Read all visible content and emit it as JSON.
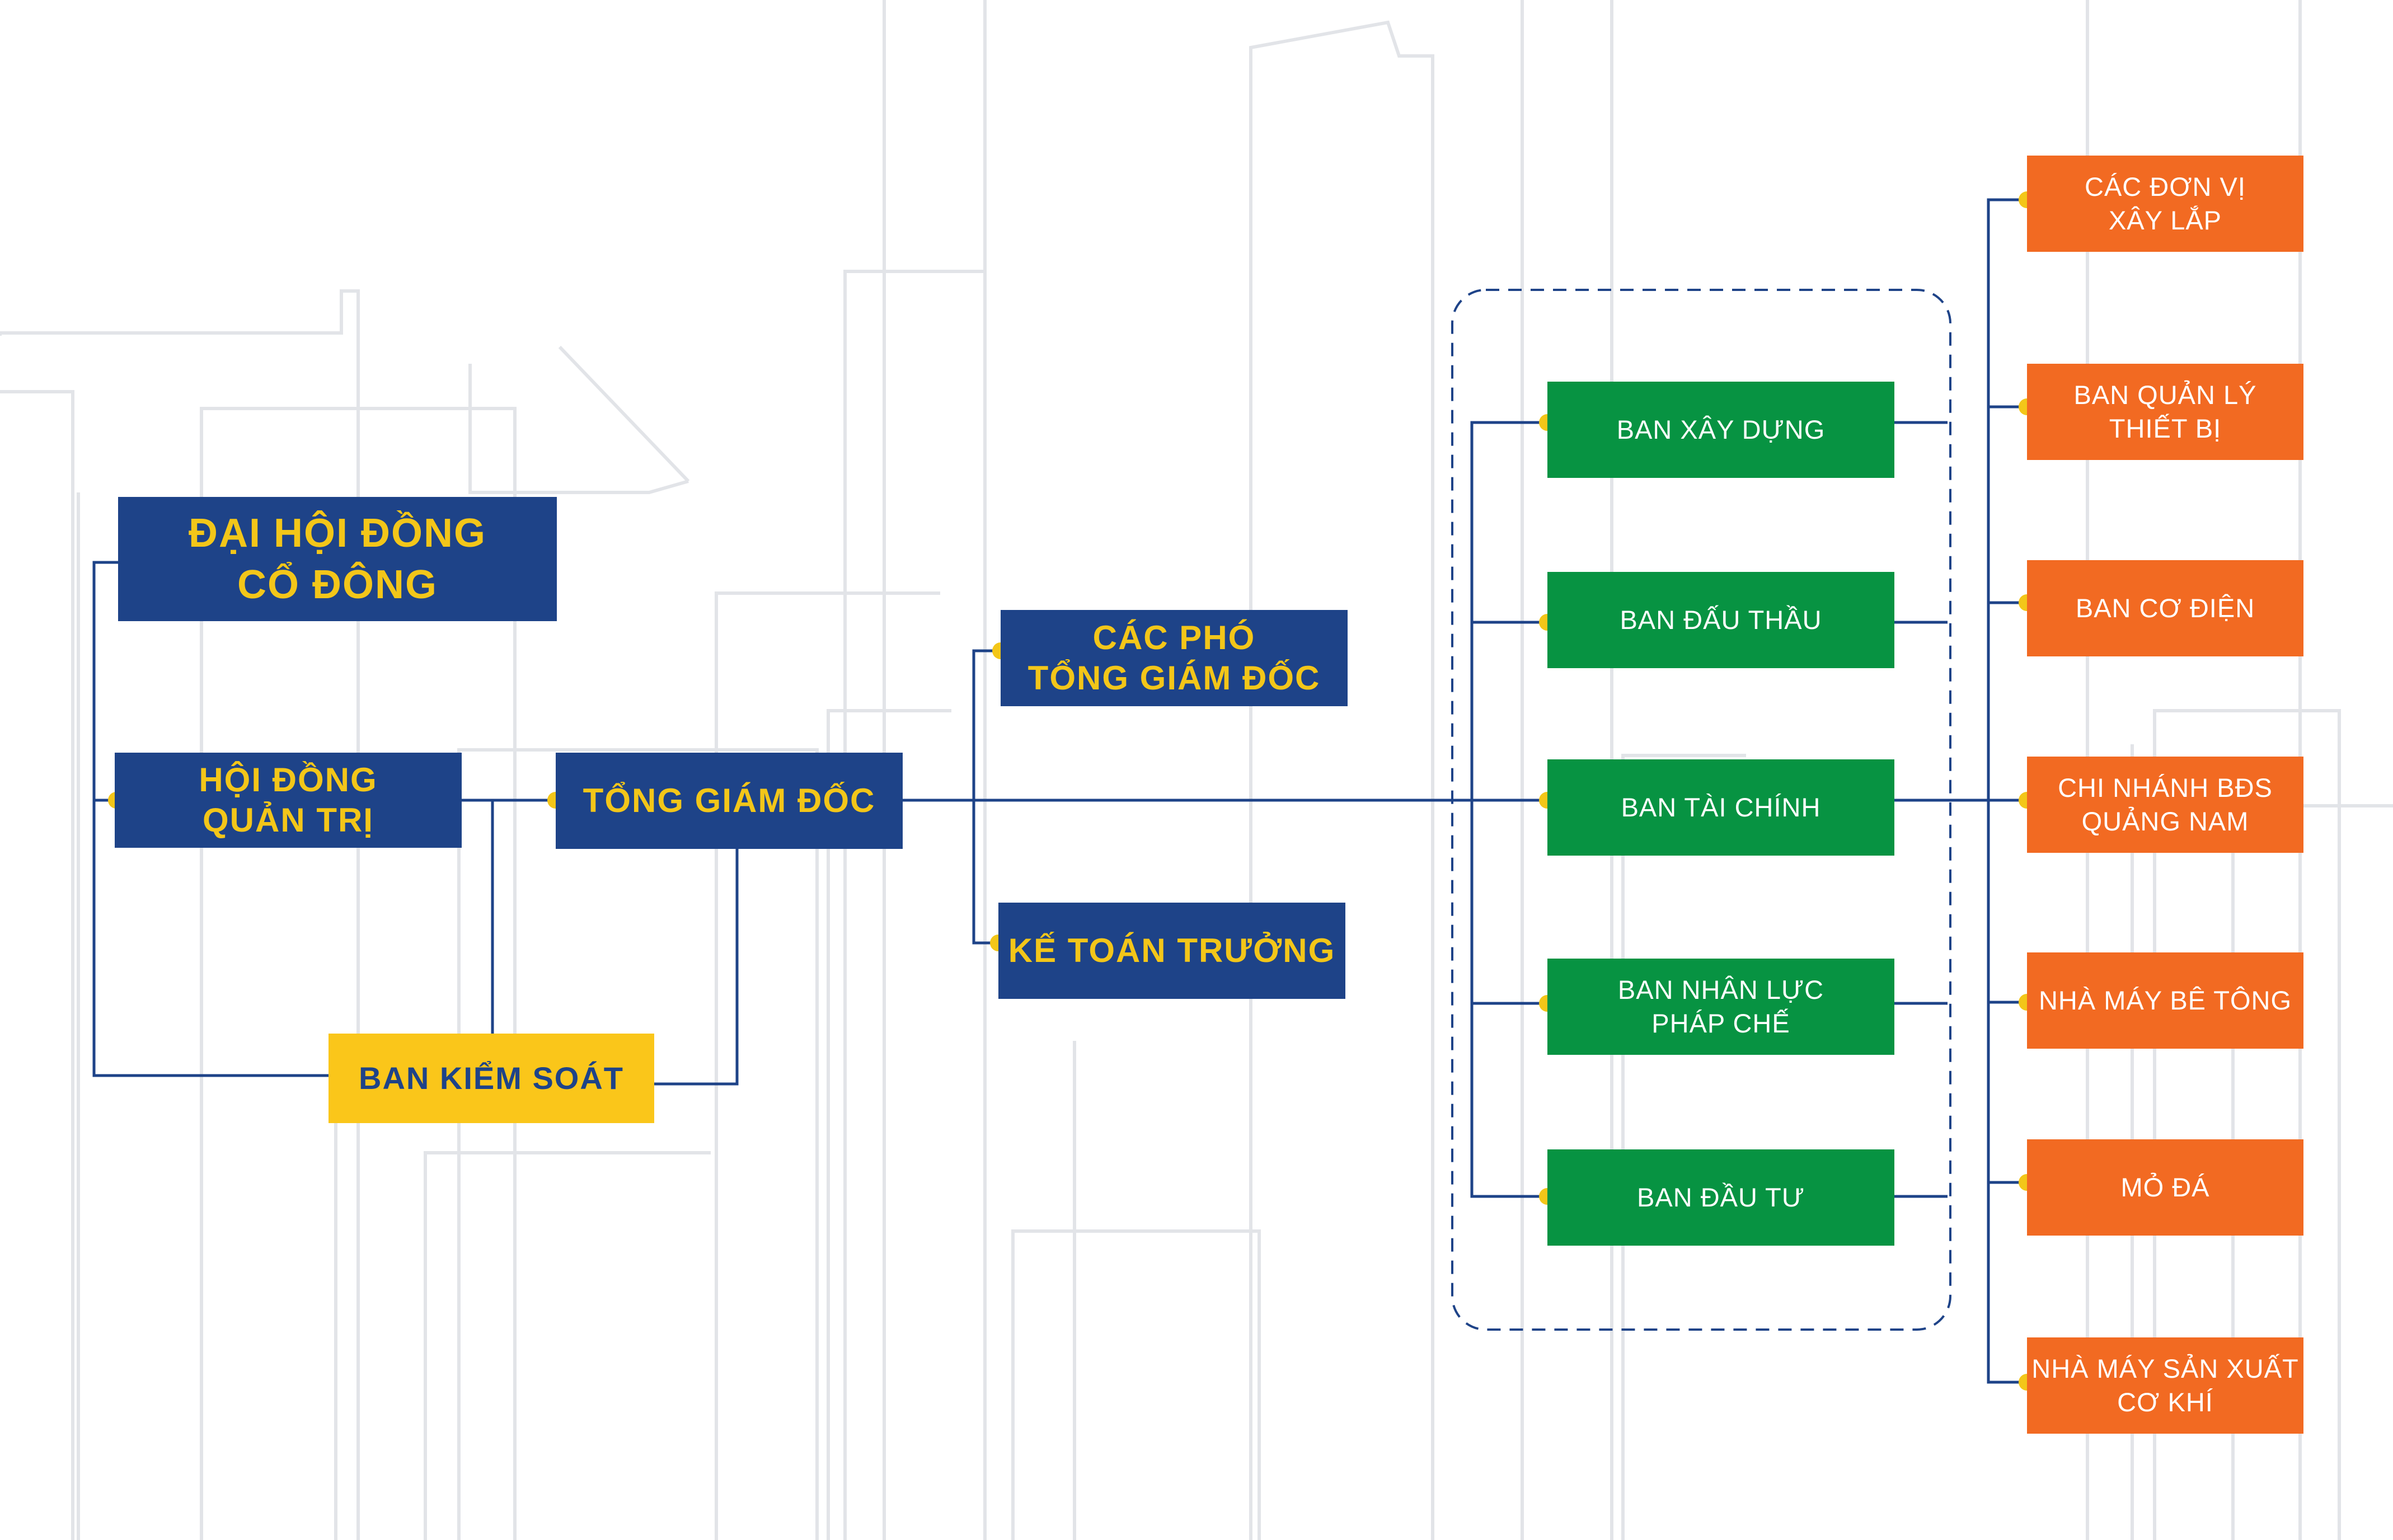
{
  "colors": {
    "navy": "#1e4388",
    "yellow": "#fac61a",
    "yellow_text": "#f3c619",
    "green": "#079342",
    "orange": "#f26a22",
    "connector": "#1e4388",
    "dot": "#f3c619",
    "background_lines": "#e2e4e8"
  },
  "nodes": {
    "shareholders": "ĐẠI HỘI ĐỒNG\nCỔ ĐÔNG",
    "board": "HỘI ĐỒNG\nQUẢN TRỊ",
    "ceo": "TỔNG GIÁM ĐỐC",
    "supervisory": "BAN KIỂM SOÁT",
    "deputy_ceos": "CÁC PHÓ\nTỔNG GIÁM ĐỐC",
    "chief_accountant": "KẾ TOÁN TRƯỞNG",
    "construction": "BAN XÂY DỰNG",
    "bidding": "BAN ĐẤU THẦU",
    "finance": "BAN TÀI CHÍNH",
    "hr_legal": "BAN NHÂN LỰC\nPHÁP CHẾ",
    "investment": "BAN ĐẦU TƯ",
    "builders": "CÁC ĐƠN VỊ\nXÂY LẮP",
    "equipment": "BAN QUẢN LÝ\nTHIẾT BỊ",
    "mep": "BAN CƠ ĐIỆN",
    "branch": "CHI NHÁNH BĐS\nQUẢNG NAM",
    "concrete": "NHÀ MÁY BÊ TÔNG",
    "quarry": "MỎ ĐÁ",
    "mechanical": "NHÀ MÁY SẢN XUẤT\nCƠ KHÍ"
  }
}
